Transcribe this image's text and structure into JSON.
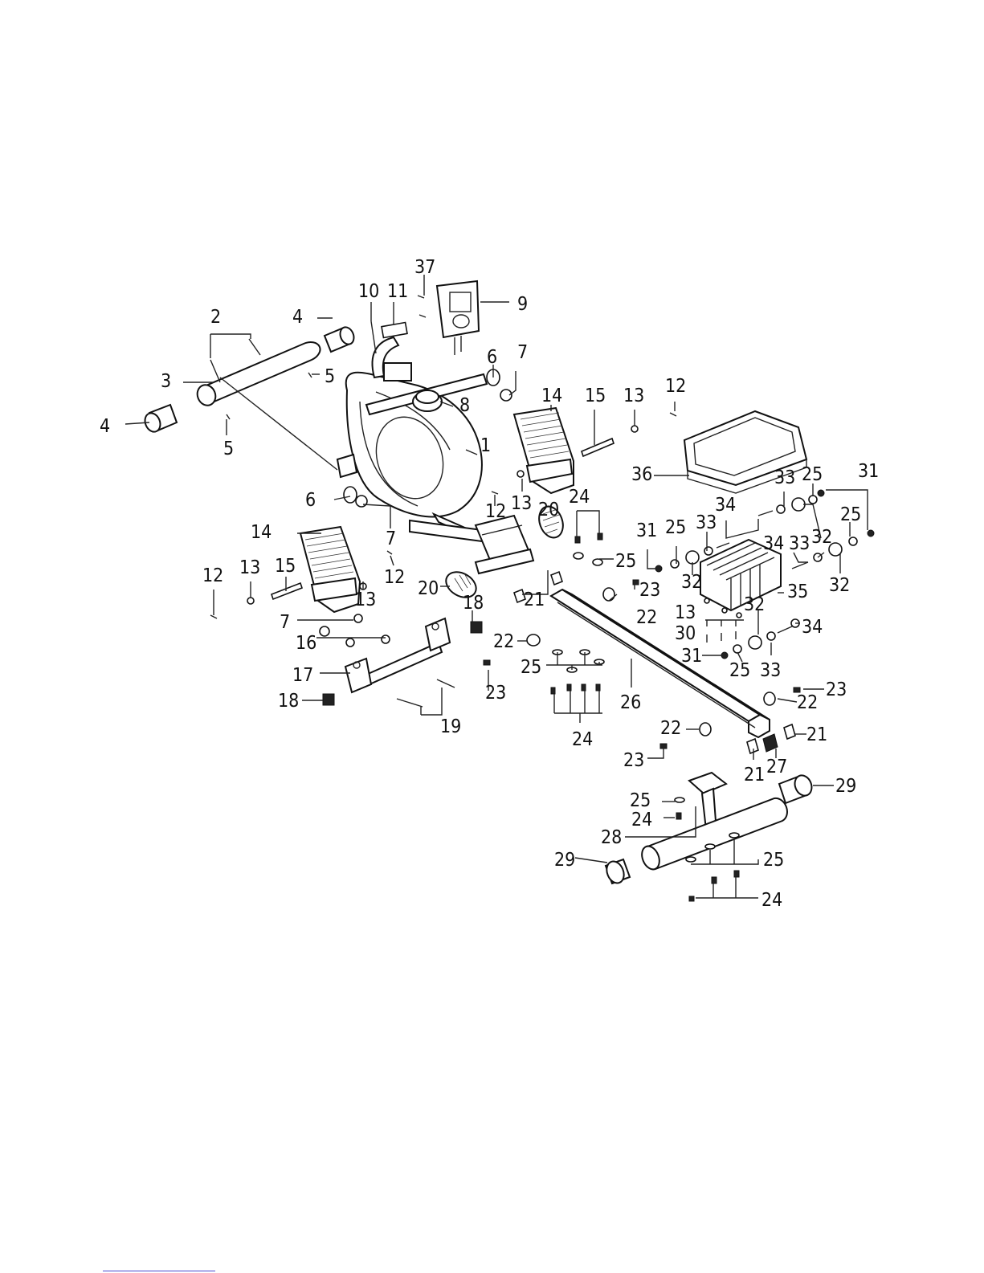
{
  "callouts": [
    {
      "id": "1",
      "text": "1"
    },
    {
      "id": "2",
      "text": "2"
    },
    {
      "id": "3",
      "text": "3"
    },
    {
      "id": "4a",
      "text": "4"
    },
    {
      "id": "4b",
      "text": "4"
    },
    {
      "id": "5a",
      "text": "5"
    },
    {
      "id": "5b",
      "text": "5"
    },
    {
      "id": "6a",
      "text": "6"
    },
    {
      "id": "6b",
      "text": "6"
    },
    {
      "id": "7a",
      "text": "7"
    },
    {
      "id": "7b",
      "text": "7"
    },
    {
      "id": "7c",
      "text": "7"
    },
    {
      "id": "8",
      "text": "8"
    },
    {
      "id": "9",
      "text": "9"
    },
    {
      "id": "10",
      "text": "10"
    },
    {
      "id": "11",
      "text": "11"
    },
    {
      "id": "12a",
      "text": "12"
    },
    {
      "id": "12b",
      "text": "12"
    },
    {
      "id": "12c",
      "text": "12"
    },
    {
      "id": "12d",
      "text": "12"
    },
    {
      "id": "13a",
      "text": "13"
    },
    {
      "id": "13b",
      "text": "13"
    },
    {
      "id": "13c",
      "text": "13"
    },
    {
      "id": "13d",
      "text": "13"
    },
    {
      "id": "13e",
      "text": "13"
    },
    {
      "id": "14a",
      "text": "14"
    },
    {
      "id": "14b",
      "text": "14"
    },
    {
      "id": "15a",
      "text": "15"
    },
    {
      "id": "15b",
      "text": "15"
    },
    {
      "id": "16",
      "text": "16"
    },
    {
      "id": "17",
      "text": "17"
    },
    {
      "id": "18a",
      "text": "18"
    },
    {
      "id": "18b",
      "text": "18"
    },
    {
      "id": "19",
      "text": "19"
    },
    {
      "id": "20a",
      "text": "20"
    },
    {
      "id": "20b",
      "text": "20"
    },
    {
      "id": "21a",
      "text": "21"
    },
    {
      "id": "21b",
      "text": "21"
    },
    {
      "id": "21c",
      "text": "21"
    },
    {
      "id": "22a",
      "text": "22"
    },
    {
      "id": "22b",
      "text": "22"
    },
    {
      "id": "22c",
      "text": "22"
    },
    {
      "id": "22d",
      "text": "22"
    },
    {
      "id": "23a",
      "text": "23"
    },
    {
      "id": "23b",
      "text": "23"
    },
    {
      "id": "23c",
      "text": "23"
    },
    {
      "id": "23d",
      "text": "23"
    },
    {
      "id": "24a",
      "text": "24"
    },
    {
      "id": "24b",
      "text": "24"
    },
    {
      "id": "24c",
      "text": "24"
    },
    {
      "id": "24d",
      "text": "24"
    },
    {
      "id": "25a",
      "text": "25"
    },
    {
      "id": "25b",
      "text": "25"
    },
    {
      "id": "25c",
      "text": "25"
    },
    {
      "id": "25d",
      "text": "25"
    },
    {
      "id": "25e",
      "text": "25"
    },
    {
      "id": "25f",
      "text": "25"
    },
    {
      "id": "25g",
      "text": "25"
    },
    {
      "id": "25h",
      "text": "25"
    },
    {
      "id": "26",
      "text": "26"
    },
    {
      "id": "27",
      "text": "27"
    },
    {
      "id": "28",
      "text": "28"
    },
    {
      "id": "29a",
      "text": "29"
    },
    {
      "id": "29b",
      "text": "29"
    },
    {
      "id": "30",
      "text": "30"
    },
    {
      "id": "31a",
      "text": "31"
    },
    {
      "id": "31b",
      "text": "31"
    },
    {
      "id": "31c",
      "text": "31"
    },
    {
      "id": "32a",
      "text": "32"
    },
    {
      "id": "32b",
      "text": "32"
    },
    {
      "id": "32c",
      "text": "32"
    },
    {
      "id": "32d",
      "text": "32"
    },
    {
      "id": "33a",
      "text": "33"
    },
    {
      "id": "33b",
      "text": "33"
    },
    {
      "id": "33c",
      "text": "33"
    },
    {
      "id": "33d",
      "text": "33"
    },
    {
      "id": "34a",
      "text": "34"
    },
    {
      "id": "34b",
      "text": "34"
    },
    {
      "id": "34c",
      "text": "34"
    },
    {
      "id": "35",
      "text": "35"
    },
    {
      "id": "36",
      "text": "36"
    },
    {
      "id": "37",
      "text": "37"
    }
  ]
}
